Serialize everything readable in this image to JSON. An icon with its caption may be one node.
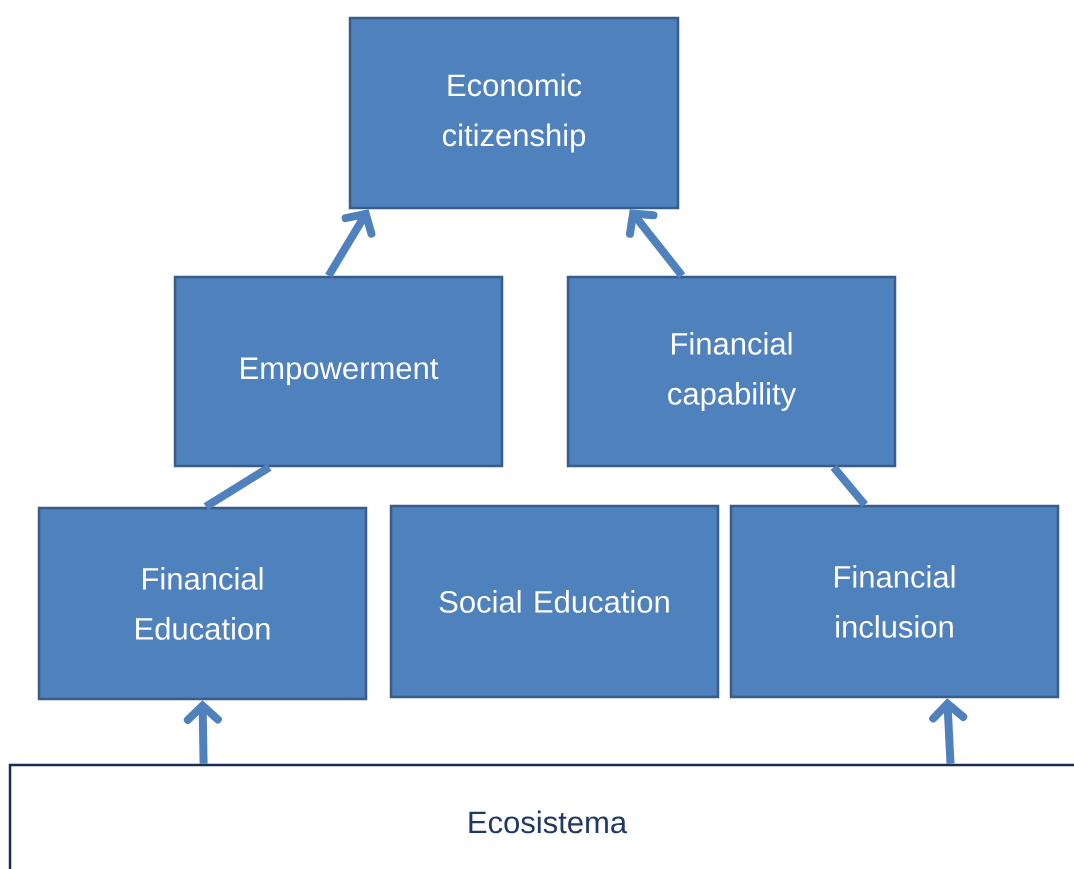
{
  "diagram": {
    "nodes": [
      {
        "text": [
          "Economic citizenship"
        ]
      },
      {
        "text": [
          "Empowerment"
        ]
      },
      {
        "text": [
          "Financial capability"
        ]
      },
      {
        "text": [
          "Financial Education"
        ]
      },
      {
        "text": [
          "Social Education"
        ]
      },
      {
        "text": [
          "Financial inclusion"
        ]
      },
      {
        "text": [
          "Ecosistema"
        ]
      }
    ],
    "edges": [
      {
        "from": 1,
        "to": 0,
        "arrow": "to"
      },
      {
        "from": 2,
        "to": 0,
        "arrow": "to"
      },
      {
        "from": 3,
        "to": 1,
        "arrow": "none"
      },
      {
        "from": 5,
        "to": 2,
        "arrow": "none"
      },
      {
        "from": 6,
        "to": 3,
        "arrow": "to"
      },
      {
        "from": 6,
        "to": 5,
        "arrow": "to"
      }
    ]
  }
}
